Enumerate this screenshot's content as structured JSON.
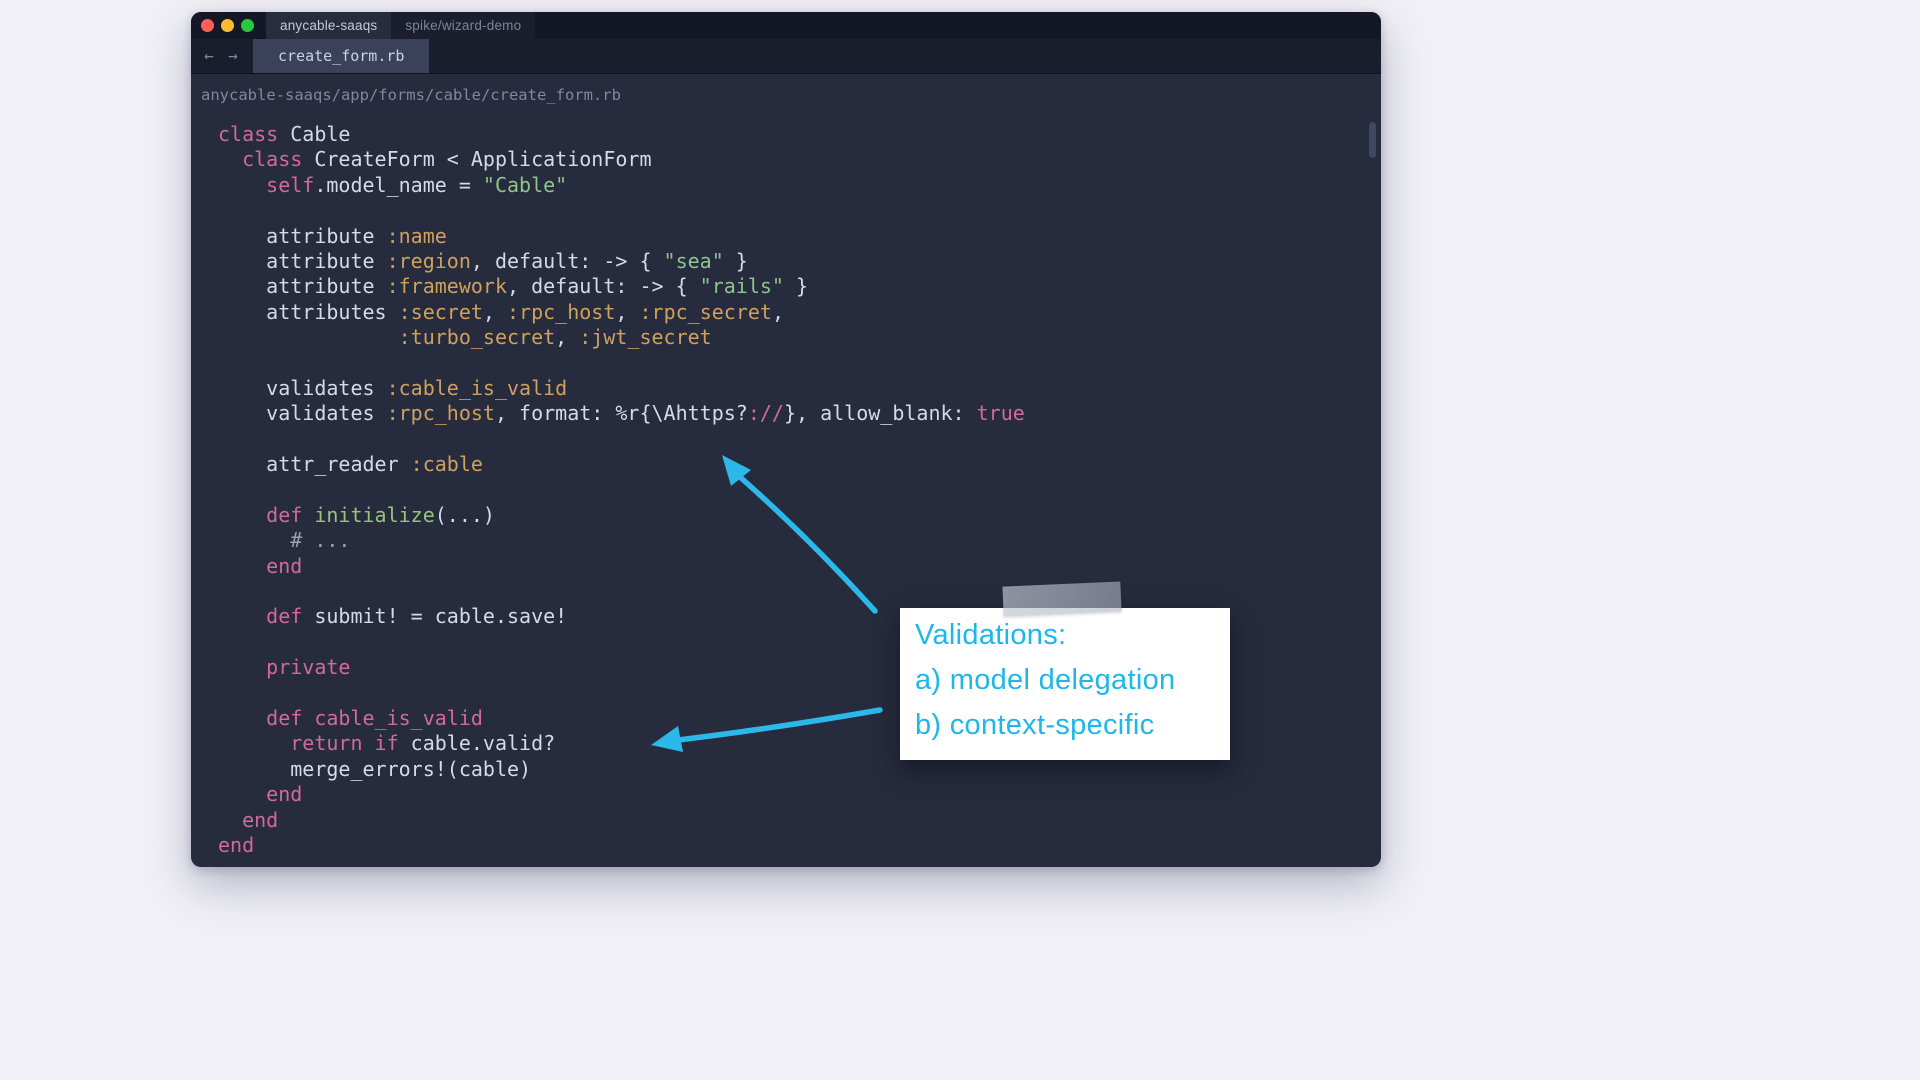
{
  "colors": {
    "accent_cyan": "#1fb6e9",
    "arrow_cyan": "#2cb9ea",
    "keyword_pink": "#d2699e",
    "symbol_orange": "#d0a05e",
    "string_green": "#8ec58b",
    "traffic_close": "#ff5f57",
    "traffic_minimize": "#febc2e",
    "traffic_zoom": "#28c840"
  },
  "window": {
    "title_project": "anycable-saaqs",
    "title_branch": "spike/wizard-demo",
    "nav_back": "←",
    "nav_forward": "→",
    "tab_label": "create_form.rb",
    "path": "anycable-saaqs/app/forms/cable/create_form.rb"
  },
  "note": {
    "title": "Validations:",
    "line_a": "a) model delegation",
    "line_b": "b) context-specific"
  },
  "code": {
    "lines": [
      {
        "tokens": [
          {
            "t": "class",
            "c": "kw"
          },
          {
            "t": " Cable",
            "c": "pl"
          }
        ]
      },
      {
        "tokens": [
          {
            "t": "  ",
            "c": "pl"
          },
          {
            "t": "class",
            "c": "kw"
          },
          {
            "t": " CreateForm < ApplicationForm",
            "c": "pl"
          }
        ]
      },
      {
        "tokens": [
          {
            "t": "    ",
            "c": "pl"
          },
          {
            "t": "self",
            "c": "kw"
          },
          {
            "t": ".model_name = ",
            "c": "pl"
          },
          {
            "t": "\"Cable\"",
            "c": "str"
          }
        ]
      },
      {
        "tokens": []
      },
      {
        "tokens": [
          {
            "t": "    attribute ",
            "c": "pl"
          },
          {
            "t": ":name",
            "c": "sym"
          }
        ]
      },
      {
        "tokens": [
          {
            "t": "    attribute ",
            "c": "pl"
          },
          {
            "t": ":region",
            "c": "sym"
          },
          {
            "t": ", default: -> { ",
            "c": "pl"
          },
          {
            "t": "\"sea\"",
            "c": "str"
          },
          {
            "t": " }",
            "c": "pl"
          }
        ]
      },
      {
        "tokens": [
          {
            "t": "    attribute ",
            "c": "pl"
          },
          {
            "t": ":framework",
            "c": "sym"
          },
          {
            "t": ", default: -> { ",
            "c": "pl"
          },
          {
            "t": "\"rails\"",
            "c": "str"
          },
          {
            "t": " }",
            "c": "pl"
          }
        ]
      },
      {
        "tokens": [
          {
            "t": "    attributes ",
            "c": "pl"
          },
          {
            "t": ":secret",
            "c": "sym"
          },
          {
            "t": ", ",
            "c": "pl"
          },
          {
            "t": ":rpc_host",
            "c": "sym"
          },
          {
            "t": ", ",
            "c": "pl"
          },
          {
            "t": ":rpc_secret",
            "c": "sym"
          },
          {
            "t": ",",
            "c": "pl"
          }
        ]
      },
      {
        "tokens": [
          {
            "t": "               ",
            "c": "pl"
          },
          {
            "t": ":turbo_secret",
            "c": "sym"
          },
          {
            "t": ", ",
            "c": "pl"
          },
          {
            "t": ":jwt_secret",
            "c": "sym"
          }
        ]
      },
      {
        "tokens": []
      },
      {
        "tokens": [
          {
            "t": "    validates ",
            "c": "pl"
          },
          {
            "t": ":cable_is_valid",
            "c": "sym"
          }
        ]
      },
      {
        "tokens": [
          {
            "t": "    validates ",
            "c": "pl"
          },
          {
            "t": ":rpc_host",
            "c": "sym"
          },
          {
            "t": ", format: %r{\\Ahttps?",
            "c": "pl"
          },
          {
            "t": "://",
            "c": "kw"
          },
          {
            "t": "}, allow_blank: ",
            "c": "pl"
          },
          {
            "t": "true",
            "c": "kw"
          }
        ]
      },
      {
        "tokens": []
      },
      {
        "tokens": [
          {
            "t": "    attr_reader ",
            "c": "pl"
          },
          {
            "t": ":cable",
            "c": "sym"
          }
        ]
      },
      {
        "tokens": []
      },
      {
        "tokens": [
          {
            "t": "    ",
            "c": "pl"
          },
          {
            "t": "def",
            "c": "kw"
          },
          {
            "t": " ",
            "c": "pl"
          },
          {
            "t": "initialize",
            "c": "fn"
          },
          {
            "t": "(...)",
            "c": "pl"
          }
        ]
      },
      {
        "tokens": [
          {
            "t": "      # ...",
            "c": "cm"
          }
        ]
      },
      {
        "tokens": [
          {
            "t": "    ",
            "c": "pl"
          },
          {
            "t": "end",
            "c": "kw"
          }
        ]
      },
      {
        "tokens": []
      },
      {
        "tokens": [
          {
            "t": "    ",
            "c": "pl"
          },
          {
            "t": "def",
            "c": "kw"
          },
          {
            "t": " submit! = cable.save!",
            "c": "pl"
          }
        ]
      },
      {
        "tokens": []
      },
      {
        "tokens": [
          {
            "t": "    ",
            "c": "pl"
          },
          {
            "t": "private",
            "c": "kw"
          }
        ]
      },
      {
        "tokens": []
      },
      {
        "tokens": [
          {
            "t": "    ",
            "c": "pl"
          },
          {
            "t": "def",
            "c": "kw"
          },
          {
            "t": " ",
            "c": "pl"
          },
          {
            "t": "cable_is_valid",
            "c": "kw"
          }
        ]
      },
      {
        "tokens": [
          {
            "t": "      ",
            "c": "pl"
          },
          {
            "t": "return",
            "c": "kw"
          },
          {
            "t": " ",
            "c": "pl"
          },
          {
            "t": "if",
            "c": "kw"
          },
          {
            "t": " cable.valid?",
            "c": "pl"
          }
        ]
      },
      {
        "tokens": [
          {
            "t": "      merge_errors!(cable)",
            "c": "pl"
          }
        ]
      },
      {
        "tokens": [
          {
            "t": "    ",
            "c": "pl"
          },
          {
            "t": "end",
            "c": "kw"
          }
        ]
      },
      {
        "tokens": [
          {
            "t": "  ",
            "c": "pl"
          },
          {
            "t": "end",
            "c": "kw"
          }
        ]
      },
      {
        "tokens": [
          {
            "t": "end",
            "c": "kw"
          }
        ]
      }
    ]
  }
}
